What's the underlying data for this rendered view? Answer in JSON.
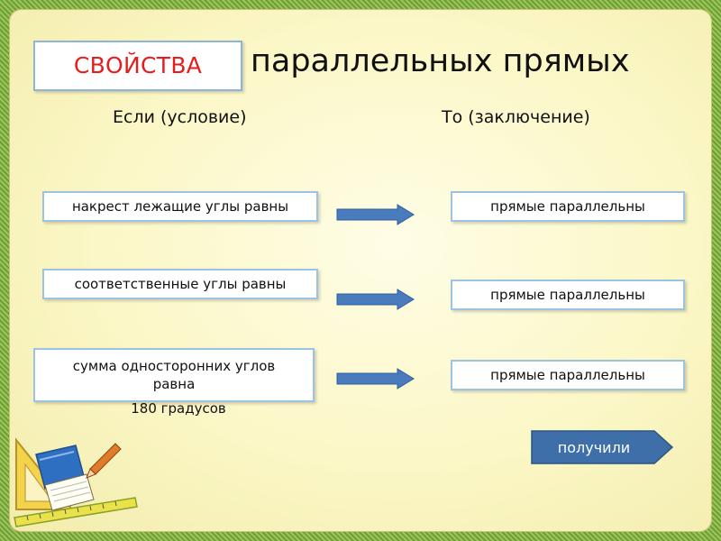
{
  "title": {
    "highlight": "СВОЙСТВА",
    "rest": "параллельных прямых"
  },
  "columns": {
    "if_label": "Если (условие)",
    "then_label": "То (заключение)"
  },
  "rows": [
    {
      "condition": "накрест лежащие углы равны",
      "conclusion": "прямые параллельны"
    },
    {
      "condition": "соответственные углы равны",
      "conclusion": "прямые параллельны"
    },
    {
      "condition_line1": "сумма односторонних углов",
      "condition_line2": "равна",
      "condition_line3": "180 градусов",
      "conclusion": "прямые параллельны"
    }
  ],
  "result_button": {
    "label": "получили"
  },
  "colors": {
    "title_red": "#e41e1e",
    "box_border": "#9cc3e4",
    "arrow_blue": "#4a7bbd",
    "button_blue": "#3f6fa8",
    "frame_green": "#6e9f33"
  }
}
